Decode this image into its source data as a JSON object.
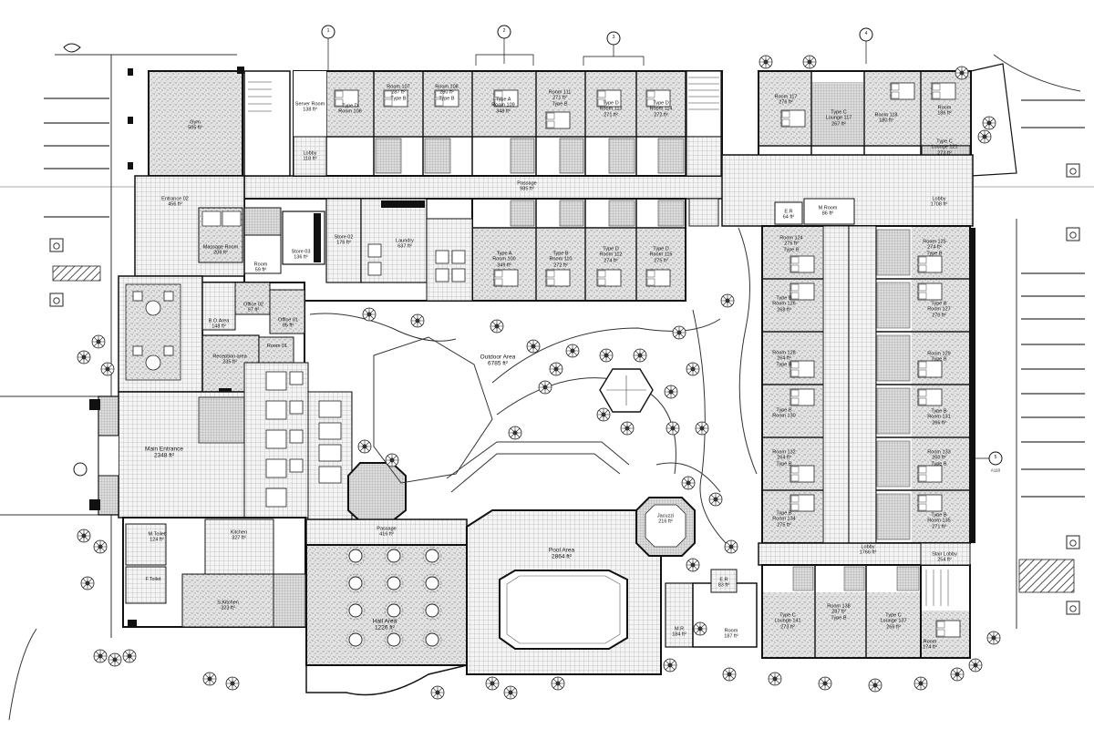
{
  "colors": {
    "line": "#1a1a1a",
    "terrazzo": "#d9d9d9",
    "paving": "#c4c4c4",
    "tile": "#b0b0b0",
    "accent": "#3a3aa8"
  },
  "rooms": {
    "gym": {
      "name": "Gym",
      "area": "505 ft²"
    },
    "server_room": {
      "name": "Server Room",
      "area": "138 ft²"
    },
    "lobby_north": {
      "name": "Lobby",
      "area": "118 ft²"
    },
    "entrance": {
      "name": "Entrance 02",
      "area": "456 ft²"
    },
    "massage_room": {
      "name": "Massage Room",
      "area": "209 ft²"
    },
    "room_small": {
      "name": "Room",
      "area": "59 ft²"
    },
    "store_03": {
      "name": "Store 03",
      "area": "136 ft²"
    },
    "store_02": {
      "name": "Store 02",
      "area": "176 ft²"
    },
    "laundry": {
      "name": "Laundry",
      "area": "637 ft²"
    },
    "office_02": {
      "name": "Office 02",
      "area": "97 ft²"
    },
    "office_01": {
      "name": "Office 01",
      "area": "95 ft²"
    },
    "bd_area": {
      "name": "B.O.Area",
      "area": "148 ft²"
    },
    "reception": {
      "name": "Reception area",
      "area": "235 ft²"
    },
    "room_01": {
      "name": "Room 01",
      "area": ""
    },
    "main_entrance": {
      "name": "Main Entrance",
      "area": "2348 ft²"
    },
    "kitchen": {
      "name": "Kitchen",
      "area": "327 ft²"
    },
    "sl_kitchen": {
      "name": "S.Kitchen",
      "area": "323 ft²"
    },
    "ml_toilet": {
      "name": "M.Toilet",
      "area": "124 ft²"
    },
    "f_toilet": {
      "name": "F.Toilet",
      "area": ""
    },
    "passage_north": {
      "name": "Passage",
      "area": "985 ft²"
    },
    "passage_south": {
      "name": "Passage",
      "area": "416 ft²"
    },
    "hall": {
      "name": "Hall Area",
      "area": "1226 ft²"
    },
    "pool": {
      "name": "Pool Area",
      "area": "2864 ft²"
    },
    "jacuzzi": {
      "name": "Jacuzzi",
      "area": "216 ft²"
    },
    "outdoor": {
      "name": "Outdoor Area",
      "area": "6785 ft²"
    },
    "lobby_east": {
      "name": "Lobby",
      "area": "1708 ft²"
    },
    "lobby_se": {
      "name": "Lobby",
      "area": "1766 ft²"
    },
    "stair_lobby": {
      "name": "Stair Lobby",
      "area": "254 ft²"
    },
    "m_room": {
      "name": "M.Room",
      "area": "86 ft²"
    },
    "elr": {
      "name": "E.R",
      "area": "64 ft²"
    },
    "elr_south": {
      "name": "E.R",
      "area": "83 ft²"
    },
    "room_south": {
      "name": "Room",
      "area": "187 ft²"
    },
    "room_se": {
      "name": "Room",
      "area": "174 ft²"
    },
    "mr_south": {
      "name": "M.R",
      "area": "184 ft²"
    }
  },
  "north_units": [
    {
      "id": "type-d-1",
      "type": "Type D",
      "room": "Room 106",
      "area": ""
    },
    {
      "id": "type-b-1",
      "type": "Type B",
      "room": "Room 107",
      "area": "287 ft²"
    },
    {
      "id": "type-b-2",
      "type": "Type B",
      "room": "Room 108",
      "area": "280 ft²"
    },
    {
      "id": "type-a-1",
      "type": "Type A",
      "room": "Room 109",
      "area": "348 ft²"
    },
    {
      "id": "type-b-3",
      "type": "Type B",
      "room": "Room 111",
      "area": "271 ft²"
    },
    {
      "id": "type-d-2",
      "type": "Type D",
      "room": "Room 113",
      "area": "271 ft²"
    },
    {
      "id": "type-d-3",
      "type": "Type D",
      "room": "Room 114",
      "area": "272 ft²"
    }
  ],
  "middle_units": [
    {
      "id": "type-a-2",
      "type": "Type A",
      "room": "Room 100",
      "area": "349 ft²"
    },
    {
      "id": "type-b-4",
      "type": "Type B",
      "room": "Room 110",
      "area": "272 ft²"
    },
    {
      "id": "type-d-4",
      "type": "Type D",
      "room": "Room 112",
      "area": "274 ft²"
    },
    {
      "id": "type-d-5",
      "type": "Type D",
      "room": "Room 115",
      "area": "275 ft²"
    }
  ],
  "ne_units": [
    {
      "id": "room-117",
      "type": "",
      "room": "Room 117",
      "area": "276 ft²"
    },
    {
      "id": "type-c-1",
      "type": "Type C",
      "room": "Lounge 117",
      "area": "267 ft²"
    },
    {
      "id": "room-118",
      "type": "",
      "room": "Room 118",
      "area": "180 ft²"
    },
    {
      "id": "room-119",
      "type": "",
      "room": "Room",
      "area": "186 ft²"
    },
    {
      "id": "type-c-2",
      "type": "Type C",
      "room": "Lounge 121",
      "area": "273 ft²"
    }
  ],
  "east_left_units": [
    {
      "id": "east-l-1",
      "type": "Type B",
      "room": "Room 124",
      "area": "275 ft²"
    },
    {
      "id": "east-l-2",
      "type": "Type B",
      "room": "Room 126",
      "area": "268 ft²"
    },
    {
      "id": "east-l-3",
      "type": "Type B",
      "room": "Room 128",
      "area": "264 ft²"
    },
    {
      "id": "east-l-4",
      "type": "Type B",
      "room": "Room 130",
      "area": ""
    },
    {
      "id": "east-l-5",
      "type": "Type B",
      "room": "Room 132",
      "area": "264 ft²"
    },
    {
      "id": "east-l-6",
      "type": "Type B",
      "room": "Room 134",
      "area": "275 ft²"
    }
  ],
  "east_right_units": [
    {
      "id": "east-r-1",
      "type": "Type B",
      "room": "Room 125",
      "area": "274 ft²"
    },
    {
      "id": "east-r-2",
      "type": "Type B",
      "room": "Room 127",
      "area": "270 ft²"
    },
    {
      "id": "east-r-3",
      "type": "Type B",
      "room": "Room 129",
      "area": ""
    },
    {
      "id": "east-r-4",
      "type": "Type B",
      "room": "Room 131",
      "area": "266 ft²"
    },
    {
      "id": "east-r-5",
      "type": "Type B",
      "room": "Room 133",
      "area": "260 ft²"
    },
    {
      "id": "east-r-6",
      "type": "Type B",
      "room": "Room 135",
      "area": "271 ft²"
    }
  ],
  "se_units": [
    {
      "id": "type-c-3",
      "type": "Type C",
      "room": "Lounge 141",
      "area": "273 ft²"
    },
    {
      "id": "type-b-se",
      "type": "Type B",
      "room": "Room 138",
      "area": "287 ft²"
    },
    {
      "id": "type-c-4",
      "type": "Type C",
      "room": "Lounge 137",
      "area": "266 ft²"
    }
  ],
  "markers": {
    "n1": "1",
    "n2": "2",
    "n3": "3",
    "n4": "4",
    "e5": "5",
    "sheet": "A110"
  }
}
